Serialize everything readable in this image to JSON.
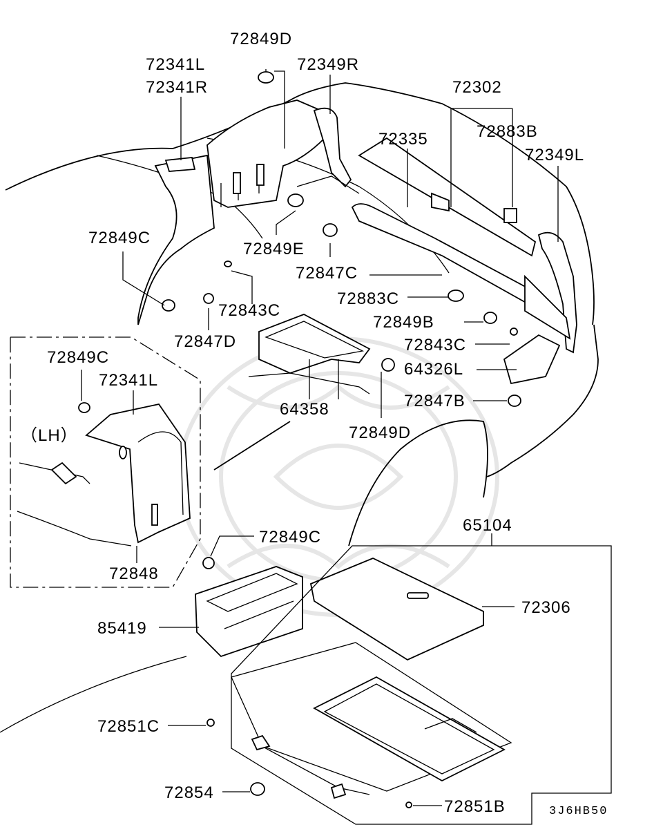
{
  "diagram_code": "3J6HB50",
  "inset_label": "（LH）",
  "labels": {
    "p72849D_top": "72849D",
    "p72341L": "72341L",
    "p72341R": "72341R",
    "p72349R": "72349R",
    "p72302": "72302",
    "p72883B": "72883B",
    "p72335": "72335",
    "p72349L": "72349L",
    "p72849C_left": "72849C",
    "p72849E": "72849E",
    "p72847C": "72847C",
    "p72843C_mid": "72843C",
    "p72883C": "72883C",
    "p72849B": "72849B",
    "p72847D": "72847D",
    "p72843C_right": "72843C",
    "p64326L": "64326L",
    "p64358": "64358",
    "p72847B": "72847B",
    "p72849D_mid": "72849D",
    "p72849C_inset": "72849C",
    "p72341L_inset": "72341L",
    "p72848": "72848",
    "p65104": "65104",
    "p72849C_lower": "72849C",
    "p72306": "72306",
    "p85419": "85419",
    "p72851C": "72851C",
    "p72854": "72854",
    "p72851B": "72851B"
  }
}
